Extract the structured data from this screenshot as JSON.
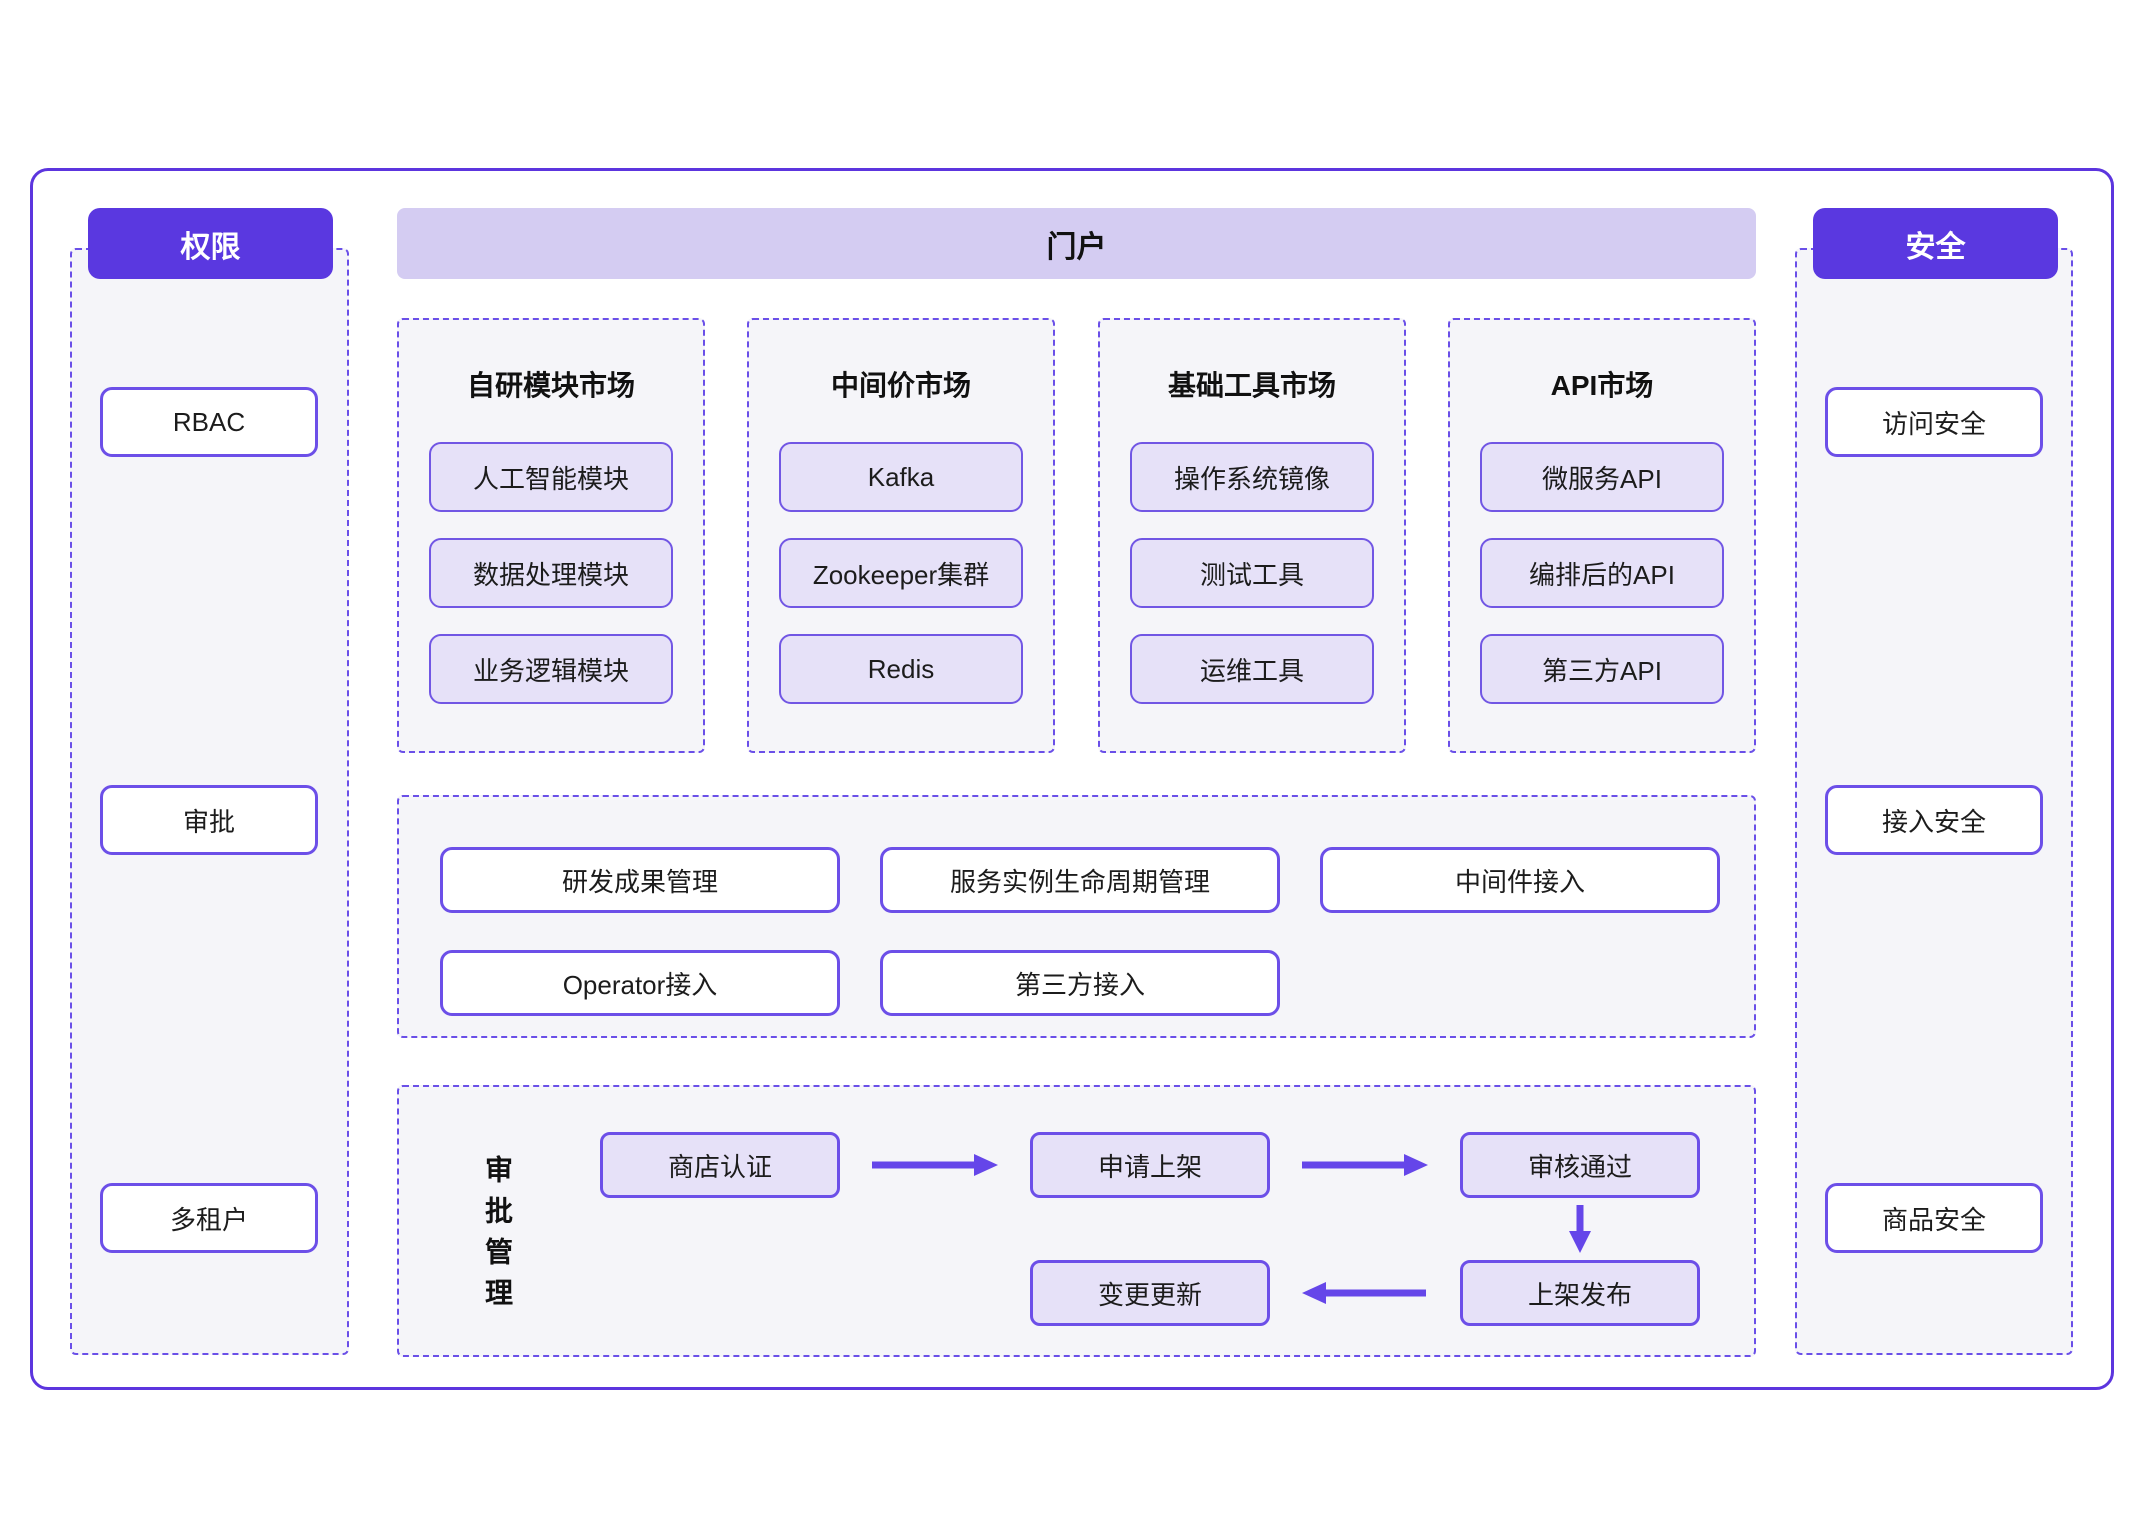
{
  "colors": {
    "accent_purple": "#5A38E0",
    "outer_border": "#5C35DE",
    "dashed_border": "#6A4FE8",
    "box_border": "#6C4FE8",
    "item_fill": "#E6E1F8",
    "banner_fill": "#D4CCF2",
    "panel_fill": "#F5F5F9",
    "arrow": "#6546E9"
  },
  "left_panel": {
    "title": "权限",
    "items": [
      "RBAC",
      "审批",
      "多租户"
    ]
  },
  "portal": {
    "title": "门户"
  },
  "markets": [
    {
      "title": "自研模块市场",
      "items": [
        "人工智能模块",
        "数据处理模块",
        "业务逻辑模块"
      ]
    },
    {
      "title": "中间价市场",
      "items": [
        "Kafka",
        "Zookeeper集群",
        "Redis"
      ]
    },
    {
      "title": "基础工具市场",
      "items": [
        "操作系统镜像",
        "测试工具",
        "运维工具"
      ]
    },
    {
      "title": "API市场",
      "items": [
        "微服务API",
        "编排后的API",
        "第三方API"
      ]
    }
  ],
  "management": {
    "row1": [
      "研发成果管理",
      "服务实例生命周期管理",
      "中间件接入"
    ],
    "row2": [
      "Operator接入",
      "第三方接入"
    ]
  },
  "approval": {
    "label": "审批管理",
    "steps": [
      "商店认证",
      "申请上架",
      "审核通过",
      "上架发布",
      "变更更新"
    ]
  },
  "right_panel": {
    "title": "安全",
    "items": [
      "访问安全",
      "接入安全",
      "商品安全"
    ]
  }
}
